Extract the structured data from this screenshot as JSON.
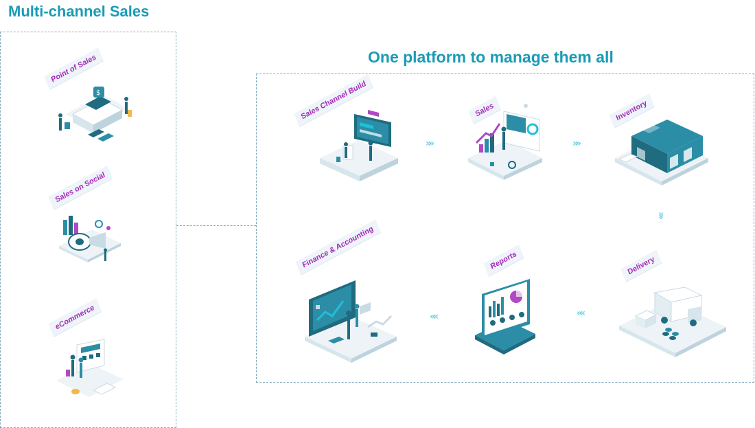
{
  "headings": {
    "left": "Multi-channel Sales",
    "right": "One platform to manage them all"
  },
  "channels": [
    {
      "label": "Point of Sales",
      "icon": "pos-terminal-icon"
    },
    {
      "label": "Sales on Social",
      "icon": "social-megaphone-icon"
    },
    {
      "label": "eCommerce",
      "icon": "ecommerce-shop-icon"
    }
  ],
  "platform": [
    {
      "label": "Sales Channel Build",
      "icon": "channel-build-icon"
    },
    {
      "label": "Sales",
      "icon": "sales-growth-icon"
    },
    {
      "label": "Inventory",
      "icon": "warehouse-icon"
    },
    {
      "label": "Delivery",
      "icon": "delivery-truck-icon"
    },
    {
      "label": "Reports",
      "icon": "reports-dashboard-icon"
    },
    {
      "label": "Finance & Accounting",
      "icon": "finance-board-icon"
    }
  ],
  "arrows": {
    "right": "»»",
    "left": "««",
    "down": "»»"
  },
  "colors": {
    "heading": "#1a9bb5",
    "tag_text": "#a52ab8",
    "tag_bg": "#eef4fa",
    "dashed_border": "#7fa9bd",
    "teal_dark": "#1f6b80",
    "teal_mid": "#2c8ea6",
    "accent": "#1ec0d8",
    "arrow": "#6fd0e4"
  }
}
